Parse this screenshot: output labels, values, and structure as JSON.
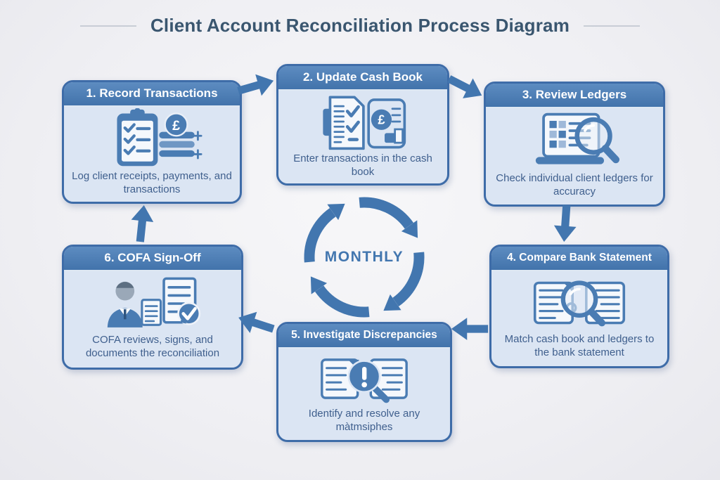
{
  "title": "Client Account Reconciliation Process Diagram",
  "center": {
    "label": "MONTHLY"
  },
  "currency_symbol": "£",
  "colors": {
    "header_blue": "#4a7ab8",
    "box_fill": "#dbe5f3",
    "border_blue": "#3e6ca8",
    "arrow_blue": "#4276af",
    "title_text": "#3a566f",
    "body_text": "#3f5f8d",
    "background": "#f0f0f4"
  },
  "steps": [
    {
      "number": "1",
      "title": "1. Record Transactions",
      "description": "Log client receipts, payments, and transactions",
      "icon": "clipboard-checklist-coins-icon"
    },
    {
      "number": "2",
      "title": "2. Update Cash Book",
      "description": "Enter transactions in the cash book",
      "icon": "document-check-cashbook-icon"
    },
    {
      "number": "3",
      "title": "3. Review Ledgers",
      "description": "Check individual client ledgers for accuracy",
      "icon": "laptop-magnifier-icon"
    },
    {
      "number": "4",
      "title": "4. Compare Bank Statement",
      "description": "Match cash book and ledgers to the bank statement",
      "icon": "documents-magnifier-icon"
    },
    {
      "number": "5",
      "title": "5. Investigate Discrepancies",
      "description": "Identify and resolve any màtmsiphes",
      "icon": "book-alert-magnifier-icon"
    },
    {
      "number": "6",
      "title": "6. COFA Sign-Off",
      "description": "COFA reviews, signs, and documents the reconciliation",
      "icon": "person-document-check-icon"
    }
  ]
}
